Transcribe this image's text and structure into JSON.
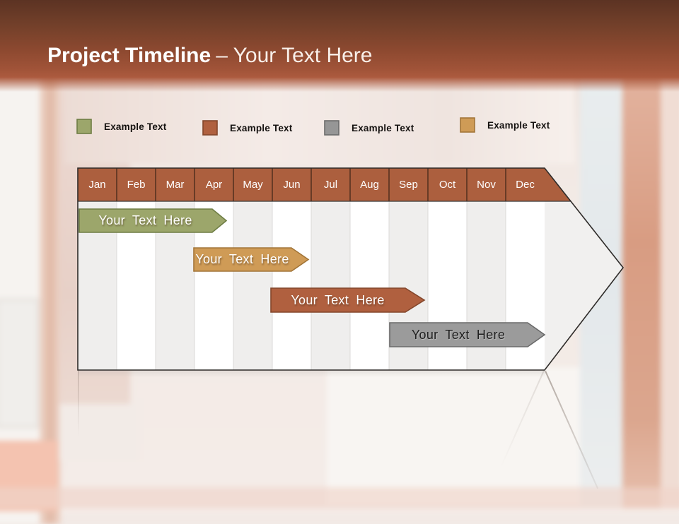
{
  "slide": {
    "title_bold": "Project Timeline",
    "title_rest": "– Your Text Here"
  },
  "legend": {
    "items": [
      {
        "label": "Example Text",
        "color": "#9CA66B",
        "border": "#6E7D44"
      },
      {
        "label": "Example Text",
        "color": "#B0603F",
        "border": "#83462B"
      },
      {
        "label": "Example Text",
        "color": "#969696",
        "border": "#6B6B6B"
      },
      {
        "label": "Example Text",
        "color": "#CF9B56",
        "border": "#A27538"
      }
    ]
  },
  "timeline": {
    "header_color": "#AC5F3E",
    "months": [
      "Jan",
      "Feb",
      "Mar",
      "Apr",
      "May",
      "Jun",
      "Jul",
      "Aug",
      "Sep",
      "Oct",
      "Nov",
      "Dec"
    ],
    "bars": [
      {
        "label": "Your Text Here",
        "color": "#9CA66B",
        "border": "#6E7D44",
        "text_color": "#FFFFFF",
        "span_months": [
          "Jan",
          "Apr"
        ]
      },
      {
        "label": "Your Text Here",
        "color": "#CF9B56",
        "border": "#A27538",
        "text_color": "#FFFFFF",
        "span_months": [
          "Apr",
          "Jun"
        ]
      },
      {
        "label": "Your Text Here",
        "color": "#B0603F",
        "border": "#83462B",
        "text_color": "#FFFFFF",
        "span_months": [
          "Jun",
          "Sep"
        ]
      },
      {
        "label": "Your Text Here",
        "color": "#9B9B9B",
        "border": "#6B6B6B",
        "text_color": "#1F1F1F",
        "span_months": [
          "Sep",
          "Dec"
        ]
      }
    ]
  }
}
